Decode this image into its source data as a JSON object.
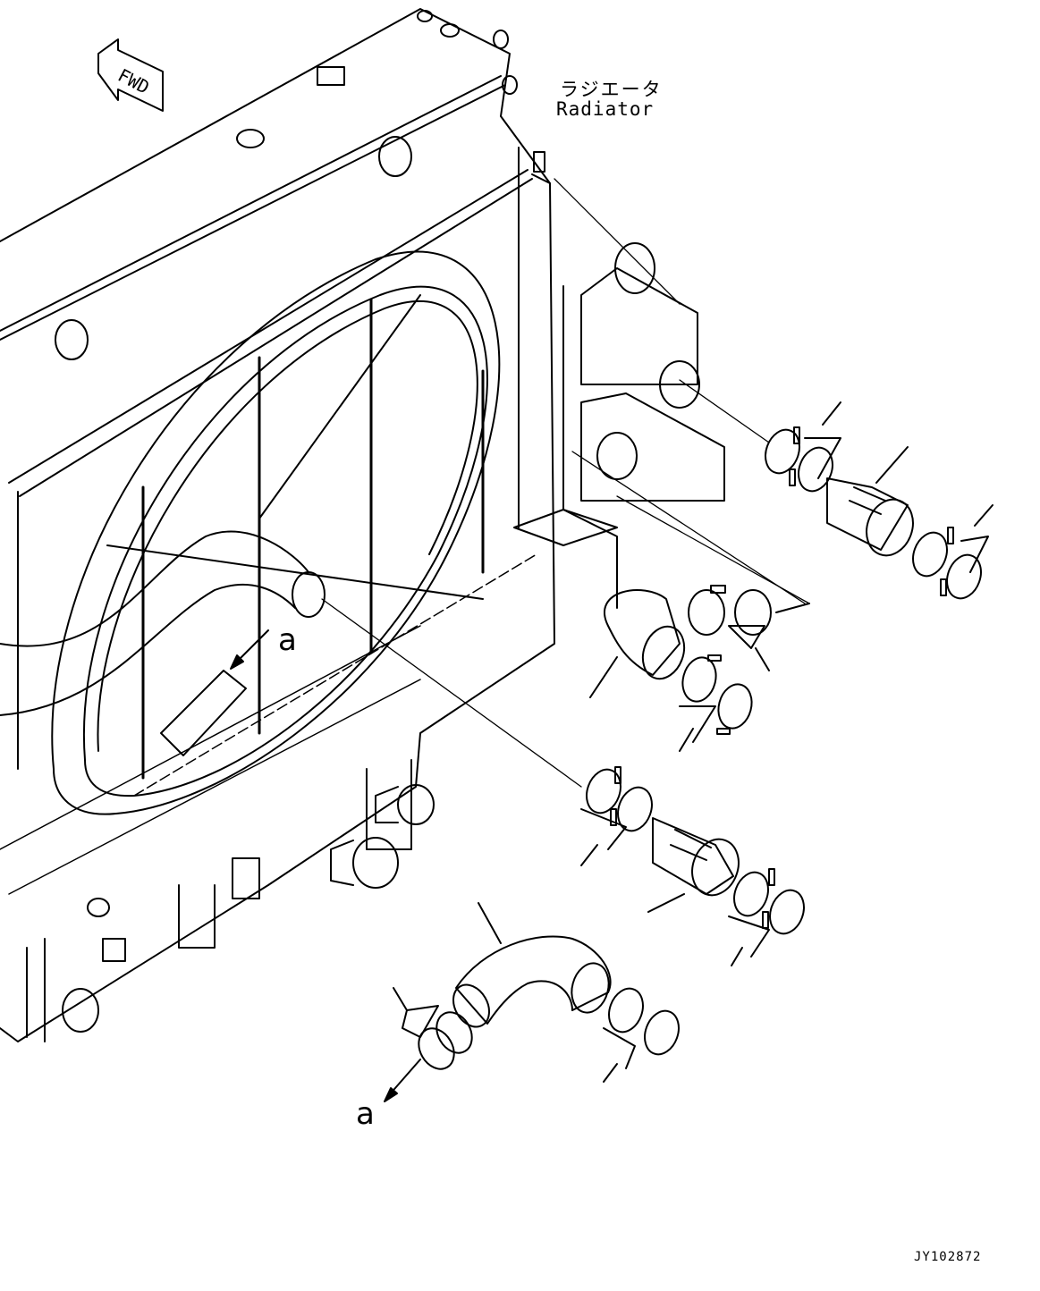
{
  "labels": {
    "radiator_jp": "ラジエータ",
    "radiator_en": "Radiator",
    "fwd": "FWD",
    "view_ref_upper": "a",
    "view_ref_lower": "a",
    "drawing_id": "JY102872"
  }
}
